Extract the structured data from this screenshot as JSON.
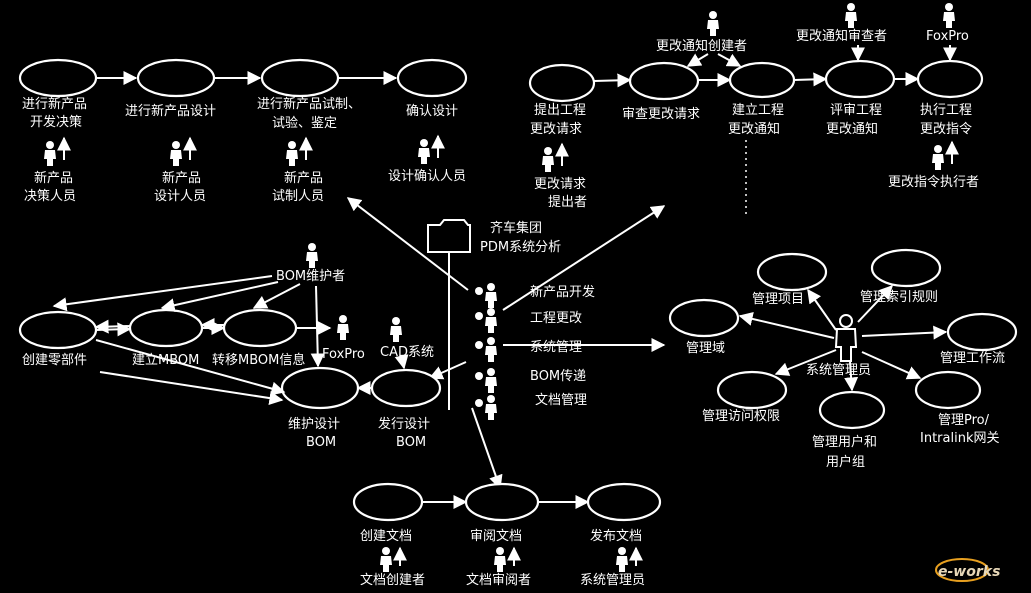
{
  "center": {
    "title_line1": "齐车集团",
    "title_line2": "PDM系统分析"
  },
  "modules": [
    "新产品开发",
    "工程更改",
    "系统管理",
    "BOM传递",
    "文档管理"
  ],
  "npd": {
    "cases": [
      [
        "进行新产品",
        "开发决策"
      ],
      [
        "进行新产品设计"
      ],
      [
        "进行新产品试制、",
        "试验、鉴定"
      ],
      [
        "确认设计"
      ]
    ],
    "actors": [
      [
        "新产品",
        "决策人员"
      ],
      [
        "新产品",
        "设计人员"
      ],
      [
        "新产品",
        "试制人员"
      ],
      [
        "设计确认人员"
      ]
    ]
  },
  "change": {
    "cases": [
      [
        "提出工程",
        "更改请求"
      ],
      [
        "审查更改请求"
      ],
      [
        "建立工程",
        "更改通知"
      ],
      [
        "评审工程",
        "更改通知"
      ],
      [
        "执行工程",
        "更改指令"
      ]
    ],
    "actors": {
      "creator": "更改通知创建者",
      "reviewer": "更改通知审查者",
      "foxpro": "FoxPro",
      "requester": [
        "更改请求",
        "提出者"
      ],
      "executor": "更改指令执行者"
    }
  },
  "sysmgmt": {
    "admin": "系统管理员",
    "cases": [
      "管理项目",
      "管理索引规则",
      "管理域",
      "管理工作流",
      "管理访问权限",
      [
        "管理用户和",
        "用户组"
      ],
      [
        "管理Pro/",
        "Intralink网关"
      ]
    ]
  },
  "bom": {
    "maintainer": "BOM维护者",
    "cases": [
      "创建零部件",
      "建立MBOM",
      "转移MBOM信息",
      [
        "维护设计",
        "BOM"
      ],
      [
        "发行设计",
        "BOM"
      ]
    ],
    "foxpro": "FoxPro",
    "cad": "CAD系统"
  },
  "docs": {
    "cases": [
      "创建文档",
      "审阅文档",
      "发布文档"
    ],
    "actors": [
      "文档创建者",
      "文档审阅者",
      "系统管理员"
    ]
  },
  "watermark": "e-works"
}
